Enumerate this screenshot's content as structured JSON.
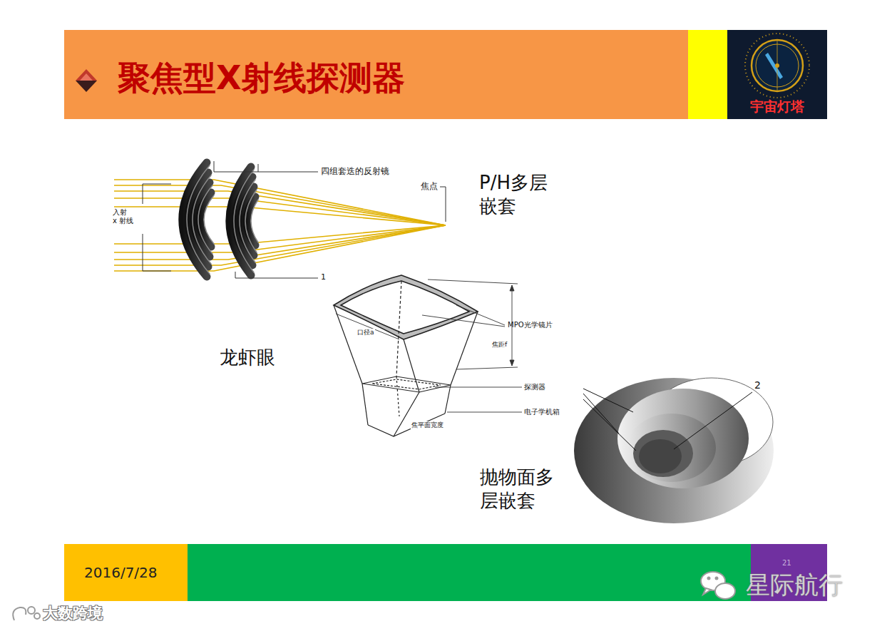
{
  "diagram": {
    "title": "聚焦型X射线探测器",
    "nodes": [
      {
        "text": [
          "宇宙灯塔"
        ]
      },
      {
        "text": [
          "2016/7/28"
        ]
      }
    ],
    "labels": [
      "四组套迭的反射镜",
      "焦点",
      "入射 x 射线",
      "1",
      "P/H多层 嵌套",
      "MPO光学镜片",
      "口径a",
      "焦距f",
      "探测器",
      "电子学机箱",
      "焦平面宽度",
      "龙虾眼",
      "2",
      "抛物面多 层嵌套",
      "21",
      "星际航行",
      "大数跨境"
    ]
  }
}
